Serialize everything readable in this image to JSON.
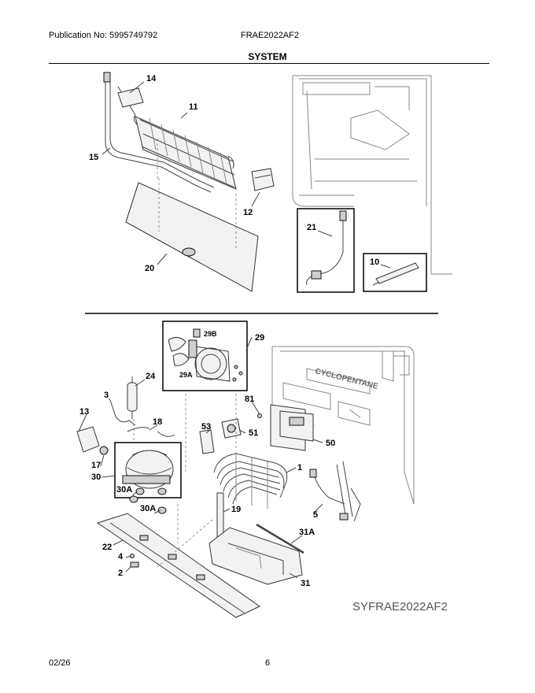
{
  "header": {
    "publication": "Publication No: 5995749792",
    "model": "FRAE2022AF2",
    "section_title": "SYSTEM"
  },
  "callouts": {
    "c14": "14",
    "c11": "11",
    "c15": "15",
    "c12": "12",
    "c20": "20",
    "c21": "21",
    "c10": "10",
    "c29": "29",
    "c29b": "29B",
    "c29a": "29A",
    "c24": "24",
    "c3": "3",
    "c13": "13",
    "c18": "18",
    "c81": "81",
    "c53": "53",
    "c51": "51",
    "c50": "50",
    "c17": "17",
    "c30": "30",
    "c1": "1",
    "c30a_1": "30A",
    "c30a_2": "30A",
    "c19": "19",
    "c5": "5",
    "c31a": "31A",
    "c22": "22",
    "c4": "4",
    "c2": "2",
    "c31": "31"
  },
  "labels": {
    "cyclopentane": "CYCLOPENTANE"
  },
  "diagram_code": "SYFRAE2022AF2",
  "footer": {
    "date": "02/26",
    "page": "6"
  }
}
